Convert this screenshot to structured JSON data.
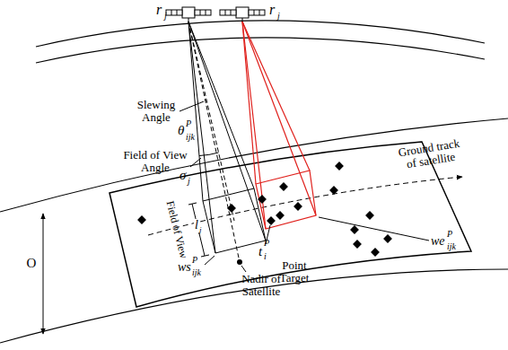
{
  "diagram": {
    "labels": [
      "r",
      "j",
      "r",
      "j",
      "Slewing Angle",
      "θ",
      "P",
      "ijk",
      "Field of View Angle",
      "σ",
      "j",
      "Field of View",
      "l",
      "j",
      "O",
      "ws",
      "P",
      "ijk",
      "Nadir of Satellite",
      "t",
      "P",
      "i",
      "Point Target",
      "we",
      "P",
      "ijk",
      "Ground track of satellite"
    ]
  }
}
